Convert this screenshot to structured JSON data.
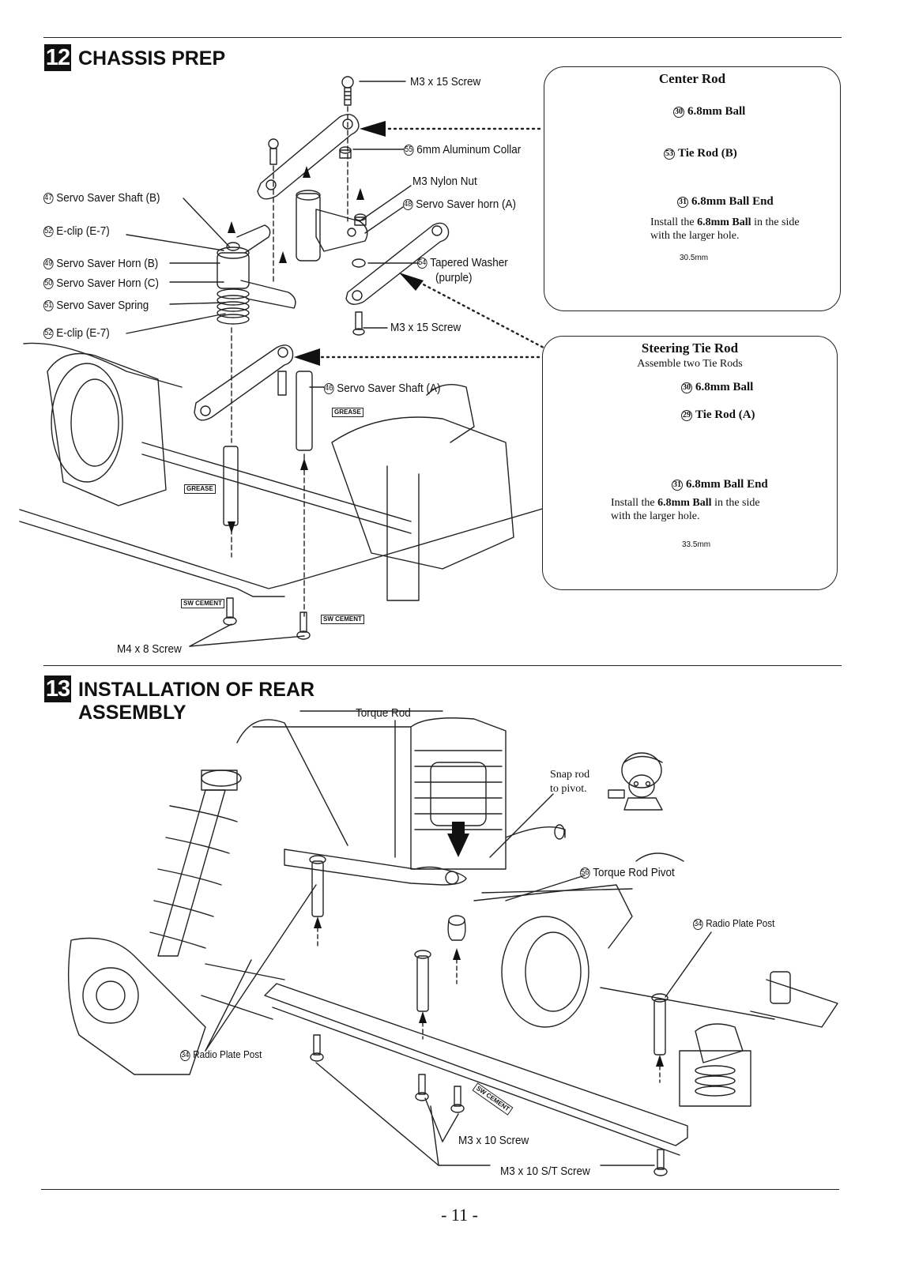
{
  "steps": [
    {
      "number": "12",
      "title": "CHASSIS PREP",
      "labels": {
        "m3x15_top": "M3  x 15 Screw",
        "collar": "6mm Aluminum Collar",
        "nylon_nut": "M3 Nylon Nut",
        "horn_a": "Servo Saver horn (A)",
        "shaft_b": "Servo Saver Shaft (B)",
        "eclip_1": "E-clip (E-7)",
        "horn_b": "Servo Saver Horn (B)",
        "horn_c": "Servo Saver Horn (C)",
        "spring": "Servo Saver Spring",
        "eclip_2": "E-clip (E-7)",
        "tapered_washer": "Tapered Washer",
        "tapered_washer_note": "(purple)",
        "m3x15_bottom": "M3  x 15 Screw",
        "shaft_a": "Servo Saver Shaft (A)",
        "m4x8": "M4 x 8 Screw",
        "grease_1": "GREASE",
        "grease_2": "GREASE",
        "swcement_1": "SW CEMENT",
        "swcement_2": "SW CEMENT"
      },
      "part_numbers": {
        "collar": "55",
        "horn_a": "48",
        "shaft_b": "47",
        "eclip_1": "52",
        "horn_b": "49",
        "horn_c": "50",
        "spring": "51",
        "eclip_2": "52",
        "tapered_washer": "54",
        "shaft_a": "46"
      },
      "callouts": [
        {
          "title": "Center Rod",
          "ball": "6.8mm Ball",
          "ball_no": "30",
          "rod": "Tie Rod (B)",
          "rod_no": "53",
          "ball_end": "6.8mm Ball End",
          "ball_end_no": "31",
          "note_pre": "Install the ",
          "note_bold": "6.8mm Ball",
          "note_post": " in the side with the larger hole.",
          "length": "30.5mm"
        },
        {
          "title": "Steering Tie Rod",
          "subtitle": "Assemble two Tie Rods",
          "ball": "6.8mm Ball",
          "ball_no": "30",
          "rod": "Tie Rod (A)",
          "rod_no": "29",
          "ball_end": "6.8mm Ball End",
          "ball_end_no": "31",
          "note_pre": "Install the ",
          "note_bold": "6.8mm Ball",
          "note_post": " in the side with the larger hole.",
          "length": "33.5mm"
        }
      ]
    },
    {
      "number": "13",
      "title_line1": "INSTALLATION OF REAR",
      "title_line2": "ASSEMBLY",
      "labels": {
        "torque_rod": "Torque Rod",
        "snap_line1": "Snap rod",
        "snap_line2": "to pivot.",
        "torque_rod_pivot": "Torque Rod Pivot",
        "radio_post_right": "Radio Plate Post",
        "radio_post_left": "Radio Plate Post",
        "m3x10": "M3 x 10 Screw",
        "m3x10_st": "M3 x 10 S/T Screw",
        "swcement": "SW CEMENT"
      },
      "part_numbers": {
        "torque_rod_pivot": "56",
        "radio_post_right": "34",
        "radio_post_left": "34"
      }
    }
  ],
  "page_number": "- 11 -"
}
